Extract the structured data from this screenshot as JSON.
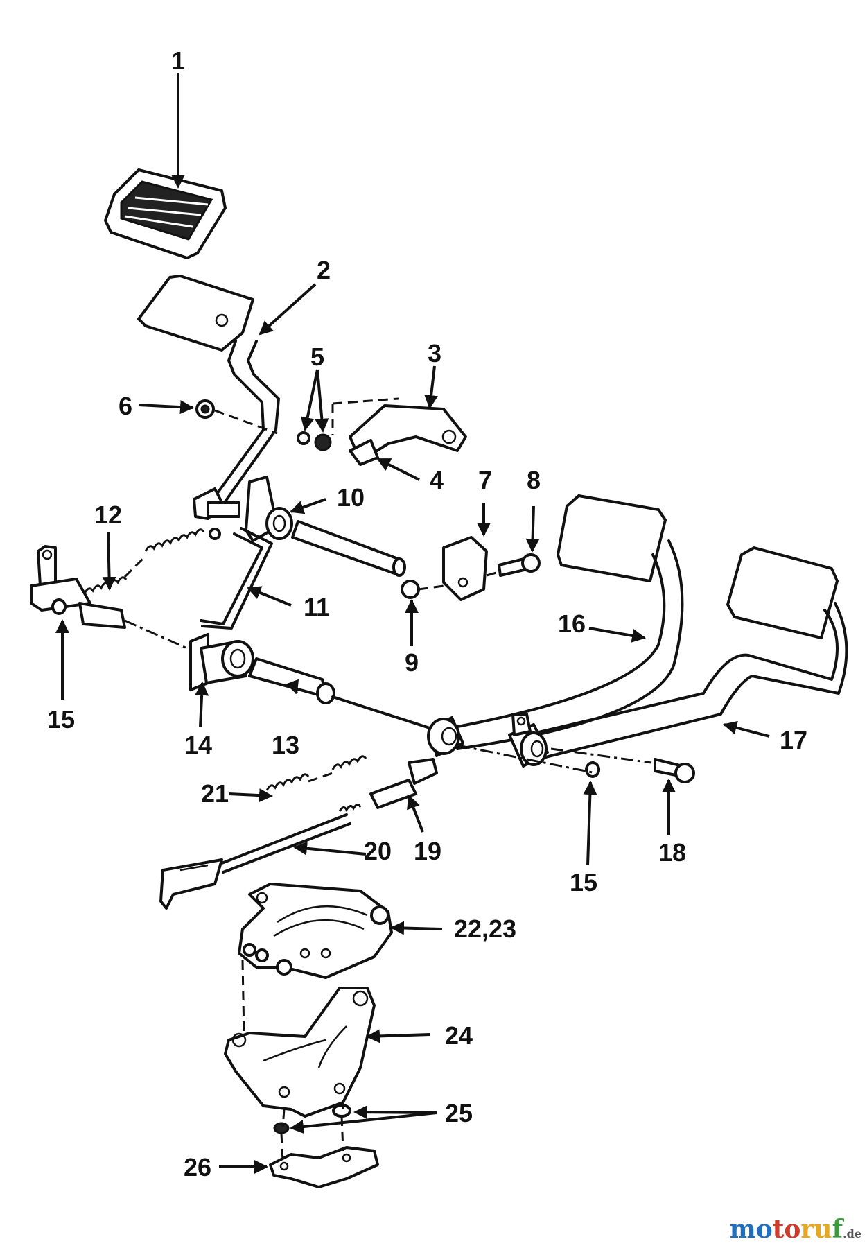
{
  "callouts": [
    "1",
    "2",
    "3",
    "4",
    "5",
    "6",
    "7",
    "8",
    "9",
    "10",
    "11",
    "12",
    "13",
    "14",
    "15",
    "15",
    "16",
    "17",
    "18",
    "19",
    "20",
    "21",
    "22,23",
    "24",
    "25",
    "26"
  ],
  "watermark": {
    "m1": "mo",
    "m2": "to",
    "m3": "ru",
    "m4": "f",
    "tld": ".de"
  },
  "colors": {
    "ink": "#111111",
    "background": "#ffffff"
  }
}
